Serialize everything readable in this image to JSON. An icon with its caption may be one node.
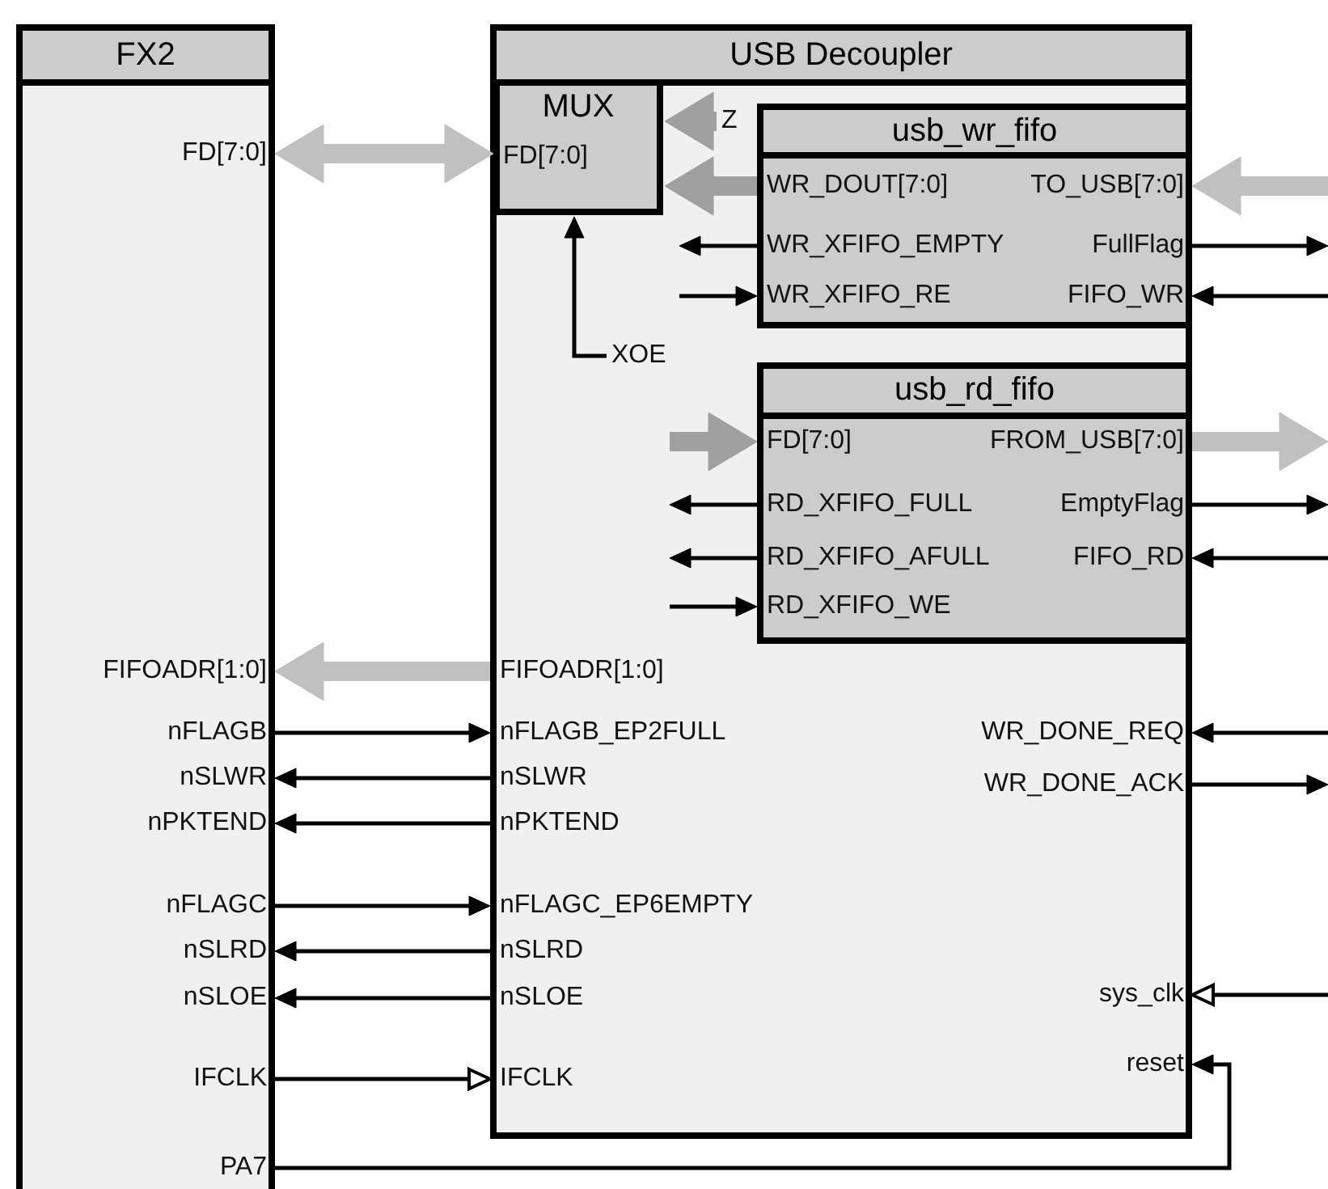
{
  "diagram": {
    "nodes": [
      {
        "text": [
          "FX2"
        ]
      },
      {
        "text": [
          "USB Decoupler"
        ]
      },
      {
        "text": [
          "MUX"
        ],
        "in": 1
      },
      {
        "text": [
          "usb_wr_fifo"
        ],
        "in": 1
      },
      {
        "text": [
          "usb_rd_fifo"
        ],
        "in": 1
      },
      {
        "text": [
          "FD[7:0]"
        ],
        "in": 0
      },
      {
        "text": [
          "FIFOADR[1:0]"
        ],
        "in": 0
      },
      {
        "text": [
          "nFLAGB"
        ],
        "in": 0
      },
      {
        "text": [
          "nSLWR"
        ],
        "in": 0
      },
      {
        "text": [
          "nPKTEND"
        ],
        "in": 0
      },
      {
        "text": [
          "nFLAGC"
        ],
        "in": 0
      },
      {
        "text": [
          "nSLRD"
        ],
        "in": 0
      },
      {
        "text": [
          "nSLOE"
        ],
        "in": 0
      },
      {
        "text": [
          "IFCLK"
        ],
        "in": 0
      },
      {
        "text": [
          "PA7"
        ],
        "in": 0
      },
      {
        "text": [
          "FD[7:0]"
        ],
        "in": 2
      },
      {
        "text": [
          "Z"
        ],
        "in": 1
      },
      {
        "text": [
          "XOE"
        ],
        "in": 1
      },
      {
        "text": [
          "WR_DOUT[7:0]"
        ],
        "in": 3
      },
      {
        "text": [
          "TO_USB[7:0]"
        ],
        "in": 3
      },
      {
        "text": [
          "WR_XFIFO_EMPTY"
        ],
        "in": 3
      },
      {
        "text": [
          "FullFlag"
        ],
        "in": 3
      },
      {
        "text": [
          "WR_XFIFO_RE"
        ],
        "in": 3
      },
      {
        "text": [
          "FIFO_WR"
        ],
        "in": 3
      },
      {
        "text": [
          "FD[7:0]"
        ],
        "in": 4
      },
      {
        "text": [
          "FROM_USB[7:0]"
        ],
        "in": 4
      },
      {
        "text": [
          "RD_XFIFO_FULL"
        ],
        "in": 4
      },
      {
        "text": [
          "EmptyFlag"
        ],
        "in": 4
      },
      {
        "text": [
          "RD_XFIFO_AFULL"
        ],
        "in": 4
      },
      {
        "text": [
          "FIFO_RD"
        ],
        "in": 4
      },
      {
        "text": [
          "RD_XFIFO_WE"
        ],
        "in": 4
      },
      {
        "text": [
          "FIFOADR[1:0]"
        ],
        "in": 1
      },
      {
        "text": [
          "nFLAGB_EP2FULL"
        ],
        "in": 1
      },
      {
        "text": [
          "nSLWR"
        ],
        "in": 1
      },
      {
        "text": [
          "nPKTEND"
        ],
        "in": 1
      },
      {
        "text": [
          "nFLAGC_EP6EMPTY"
        ],
        "in": 1
      },
      {
        "text": [
          "nSLRD"
        ],
        "in": 1
      },
      {
        "text": [
          "nSLOE"
        ],
        "in": 1
      },
      {
        "text": [
          "IFCLK"
        ],
        "in": 1
      },
      {
        "text": [
          "WR_DONE_REQ"
        ],
        "in": 1
      },
      {
        "text": [
          "WR_DONE_ACK"
        ],
        "in": 1
      },
      {
        "text": [
          "sys_clk"
        ],
        "in": 1
      },
      {
        "text": [
          "reset"
        ],
        "in": 1
      }
    ],
    "edges": [
      {
        "from": 5,
        "to": 15,
        "arrow": "both",
        "style": "thick",
        "color": "#c0c0c0"
      },
      {
        "from": 16,
        "to": 2,
        "arrow": "to",
        "style": "thick",
        "color": "#a0a0a0"
      },
      {
        "from": 18,
        "to": 2,
        "arrow": "to",
        "style": "thick",
        "color": "#a0a0a0"
      },
      {
        "from": 17,
        "to": 2,
        "arrow": "to"
      },
      {
        "from": null,
        "to": 19,
        "arrow": "to",
        "style": "thick",
        "color": "#c0c0c0"
      },
      {
        "from": 20,
        "to": null,
        "arrow": "to"
      },
      {
        "from": 21,
        "to": null,
        "arrow": "to"
      },
      {
        "from": null,
        "to": 22,
        "arrow": "to"
      },
      {
        "from": null,
        "to": 23,
        "arrow": "to"
      },
      {
        "from": null,
        "to": 24,
        "arrow": "to",
        "style": "thick",
        "color": "#a0a0a0"
      },
      {
        "from": 25,
        "to": null,
        "arrow": "to",
        "style": "thick",
        "color": "#c0c0c0"
      },
      {
        "from": 26,
        "to": null,
        "arrow": "to"
      },
      {
        "from": 27,
        "to": null,
        "arrow": "to"
      },
      {
        "from": 28,
        "to": null,
        "arrow": "to"
      },
      {
        "from": null,
        "to": 29,
        "arrow": "to"
      },
      {
        "from": null,
        "to": 30,
        "arrow": "to"
      },
      {
        "from": 31,
        "to": 6,
        "arrow": "to",
        "style": "thick",
        "color": "#c0c0c0"
      },
      {
        "from": 7,
        "to": 32,
        "arrow": "to"
      },
      {
        "from": 33,
        "to": 8,
        "arrow": "to"
      },
      {
        "from": 34,
        "to": 9,
        "arrow": "to"
      },
      {
        "from": 10,
        "to": 35,
        "arrow": "to"
      },
      {
        "from": 36,
        "to": 11,
        "arrow": "to"
      },
      {
        "from": 37,
        "to": 12,
        "arrow": "to"
      },
      {
        "from": 13,
        "to": 38,
        "arrow": "to"
      },
      {
        "from": null,
        "to": 39,
        "arrow": "to"
      },
      {
        "from": 40,
        "to": null,
        "arrow": "to"
      },
      {
        "from": null,
        "to": 41,
        "arrow": "to"
      },
      {
        "from": 14,
        "to": 42,
        "arrow": "to"
      }
    ]
  }
}
